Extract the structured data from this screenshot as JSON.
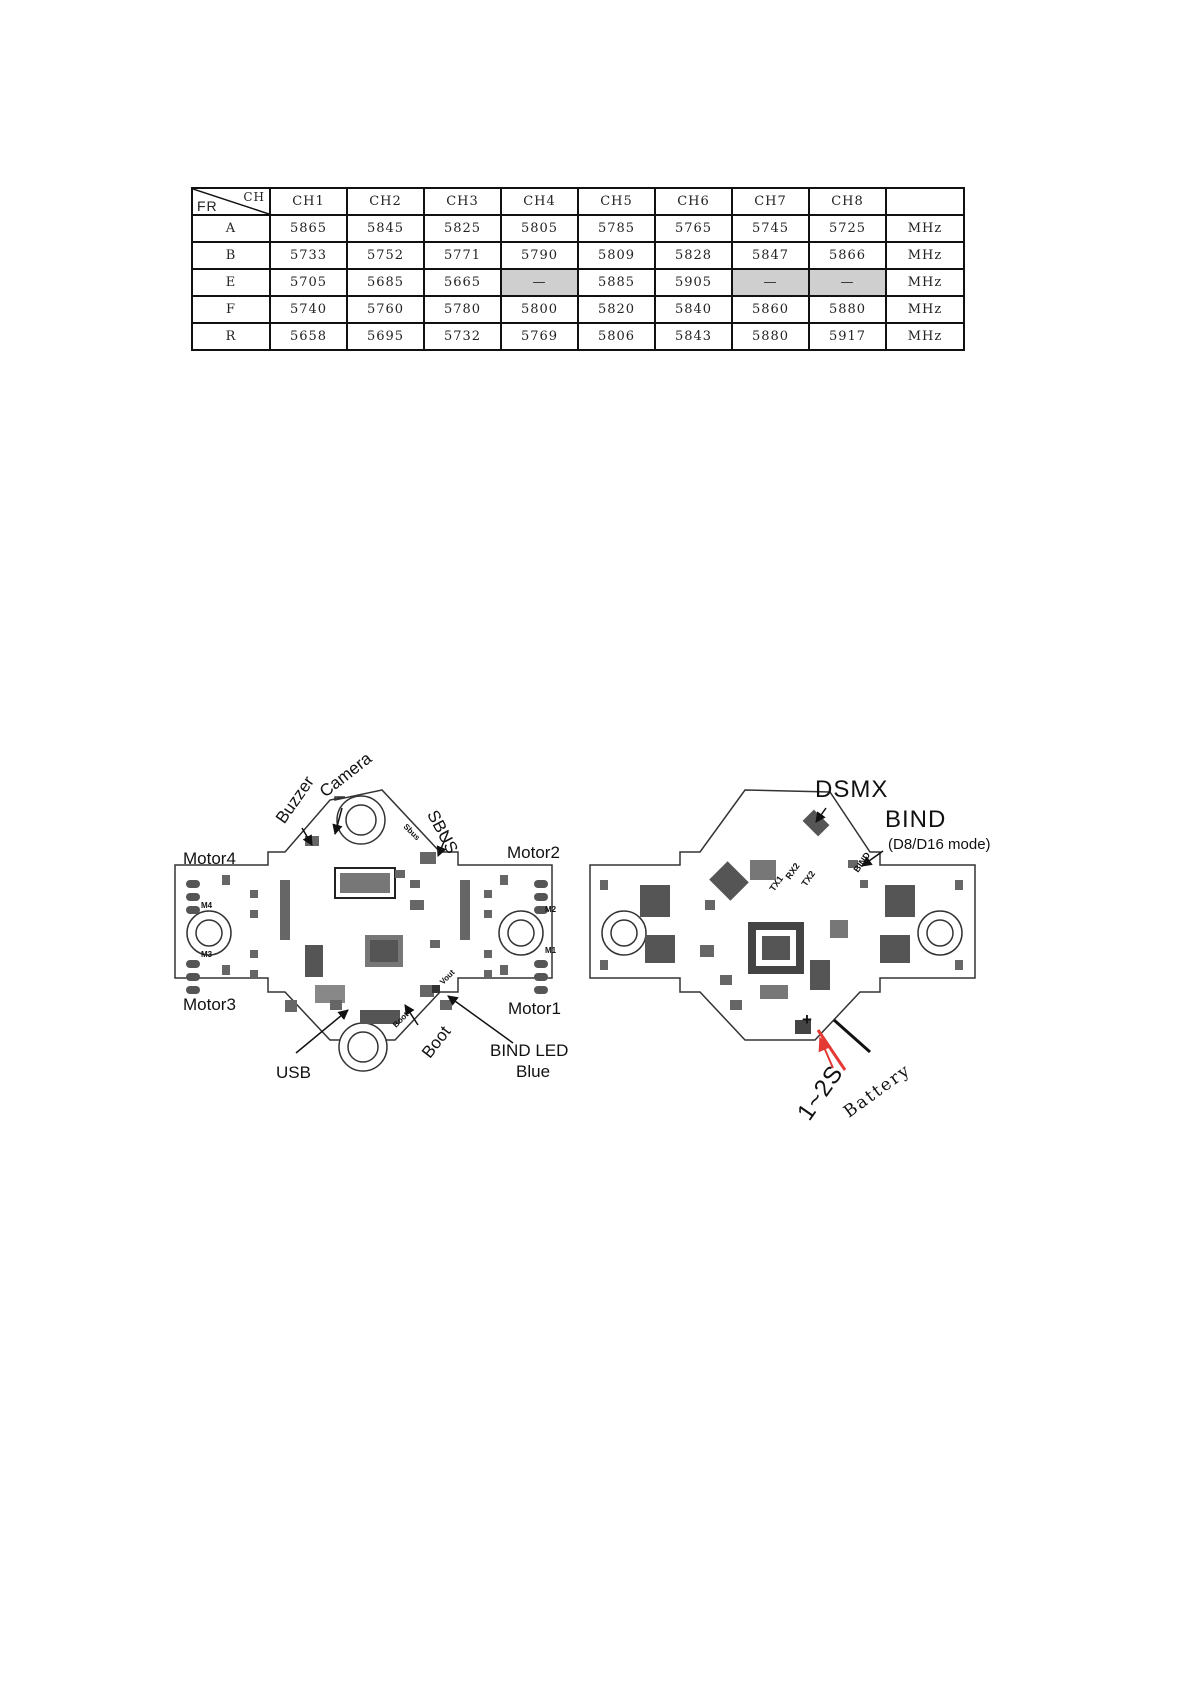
{
  "table": {
    "corner_top": "CH",
    "corner_bottom": "FR",
    "headers": [
      "CH1",
      "CH2",
      "CH3",
      "CH4",
      "CH5",
      "CH6",
      "CH7",
      "CH8"
    ],
    "rows": [
      {
        "band": "A",
        "values": [
          "5865",
          "5845",
          "5825",
          "5805",
          "5785",
          "5765",
          "5745",
          "5725"
        ],
        "unit": "MHz"
      },
      {
        "band": "B",
        "values": [
          "5733",
          "5752",
          "5771",
          "5790",
          "5809",
          "5828",
          "5847",
          "5866"
        ],
        "unit": "MHz"
      },
      {
        "band": "E",
        "values": [
          "5705",
          "5685",
          "5665",
          "—",
          "5885",
          "5905",
          "—",
          "—"
        ],
        "unit": "MHz"
      },
      {
        "band": "F",
        "values": [
          "5740",
          "5760",
          "5780",
          "5800",
          "5820",
          "5840",
          "5860",
          "5880"
        ],
        "unit": "MHz"
      },
      {
        "band": "R",
        "values": [
          "5658",
          "5695",
          "5732",
          "5769",
          "5806",
          "5843",
          "5880",
          "5917"
        ],
        "unit": "MHz"
      }
    ]
  },
  "left_board": {
    "camera": "Camera",
    "buzzer": "Buzzer",
    "sbus": "SBUS",
    "motor4": "Motor4",
    "motor2": "Motor2",
    "motor3": "Motor3",
    "motor1": "Motor1",
    "usb": "USB",
    "boot": "Boot",
    "bind_led": "BIND LED",
    "bind_led_color": "Blue",
    "silk_m1": "M1",
    "silk_m2": "M2",
    "silk_m3": "M3",
    "silk_m4": "M4",
    "silk_sbus": "Sbus",
    "silk_vout": "Vout",
    "silk_boot": "Boot"
  },
  "right_board": {
    "dsmx": "DSMX",
    "bind": "BIND",
    "bind_mode": "(D8/D16 mode)",
    "voltage": "1~2S",
    "battery": "Battery",
    "plus": "+",
    "silk_rx2": "RX2",
    "silk_tx2": "TX2",
    "silk_tx1": "TX1",
    "silk_bind": "BIND"
  }
}
